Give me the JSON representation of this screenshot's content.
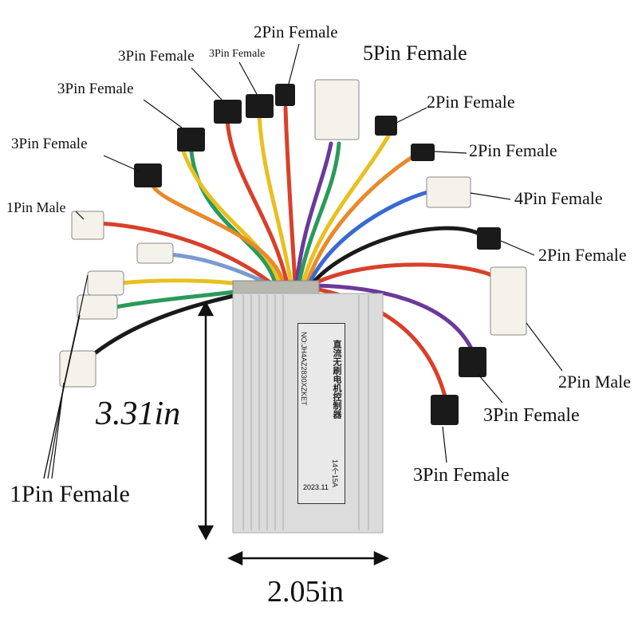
{
  "labels": {
    "top_2pin_female": "2Pin Female",
    "five_pin_female": "5Pin Female",
    "left_3pin_female_a": "3Pin Female",
    "small_3pin_female": "3Pin Female",
    "left_3pin_female_b": "3Pin Female",
    "left_3pin_female_c": "3Pin Female",
    "one_pin_male": "1Pin Male",
    "right_2pin_female_a": "2Pin Female",
    "right_2pin_female_b": "2Pin Female",
    "four_pin_female": "4Pin Female",
    "right_2pin_female_c": "2Pin Female",
    "two_pin_male": "2Pin Male",
    "right_3pin_female_a": "3Pin Female",
    "right_3pin_female_b": "3Pin Female",
    "one_pin_female": "1Pin Female"
  },
  "dimensions": {
    "height": "3.31in",
    "width": "2.05in"
  },
  "controller_plate": {
    "title": "直流无刷电机控制器",
    "serial": "NO:JH4AZ2830XZKET",
    "spec": "14个15A",
    "date": "2023.11"
  },
  "colors": {
    "red": "#d8402a",
    "orange": "#e88a2a",
    "yellow": "#e8c020",
    "green": "#2a9a5a",
    "blue": "#3a6ad0",
    "purple": "#6a3a9a",
    "black": "#1a1a1a",
    "aluminum": "#dcdcdc"
  }
}
